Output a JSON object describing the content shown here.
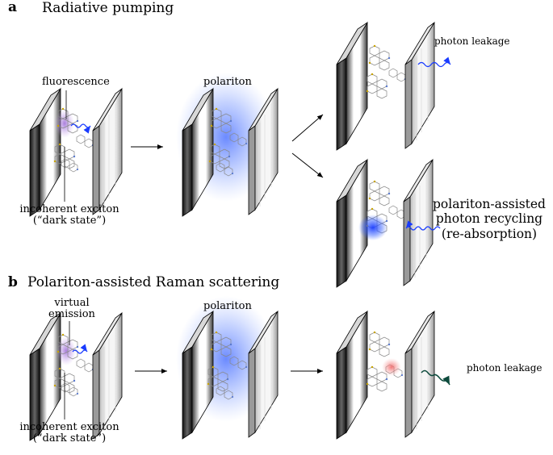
{
  "panel_a": {
    "letter": "a",
    "title": "Radiative pumping",
    "labels": {
      "fluorescence": "fluorescence",
      "polariton": "polariton",
      "photon_leakage": "photon leakage",
      "incoherent_exciton_line1": "incoherent exciton",
      "incoherent_exciton_line2": "(“dark state”)",
      "recycling_line1": "polariton-assisted",
      "recycling_line2": "photon recycling",
      "recycling_line3": "(re-absorption)"
    }
  },
  "panel_b": {
    "letter": "b",
    "title": "Polariton-assisted Raman scattering",
    "labels": {
      "virtual_line1": "virtual",
      "virtual_line2": "emission",
      "polariton": "polariton",
      "photon_leakage": "photon leakage",
      "incoherent_exciton_line1": "incoherent exciton",
      "incoherent_exciton_line2": "(“dark state”)"
    }
  },
  "colors": {
    "polariton_blue": "#3a63ff",
    "fluorescence_purple": "#a070d8",
    "photon_blue": "#1a3cff",
    "raman_red": "#f06060",
    "leakage_teal": "#0d4a3c"
  }
}
